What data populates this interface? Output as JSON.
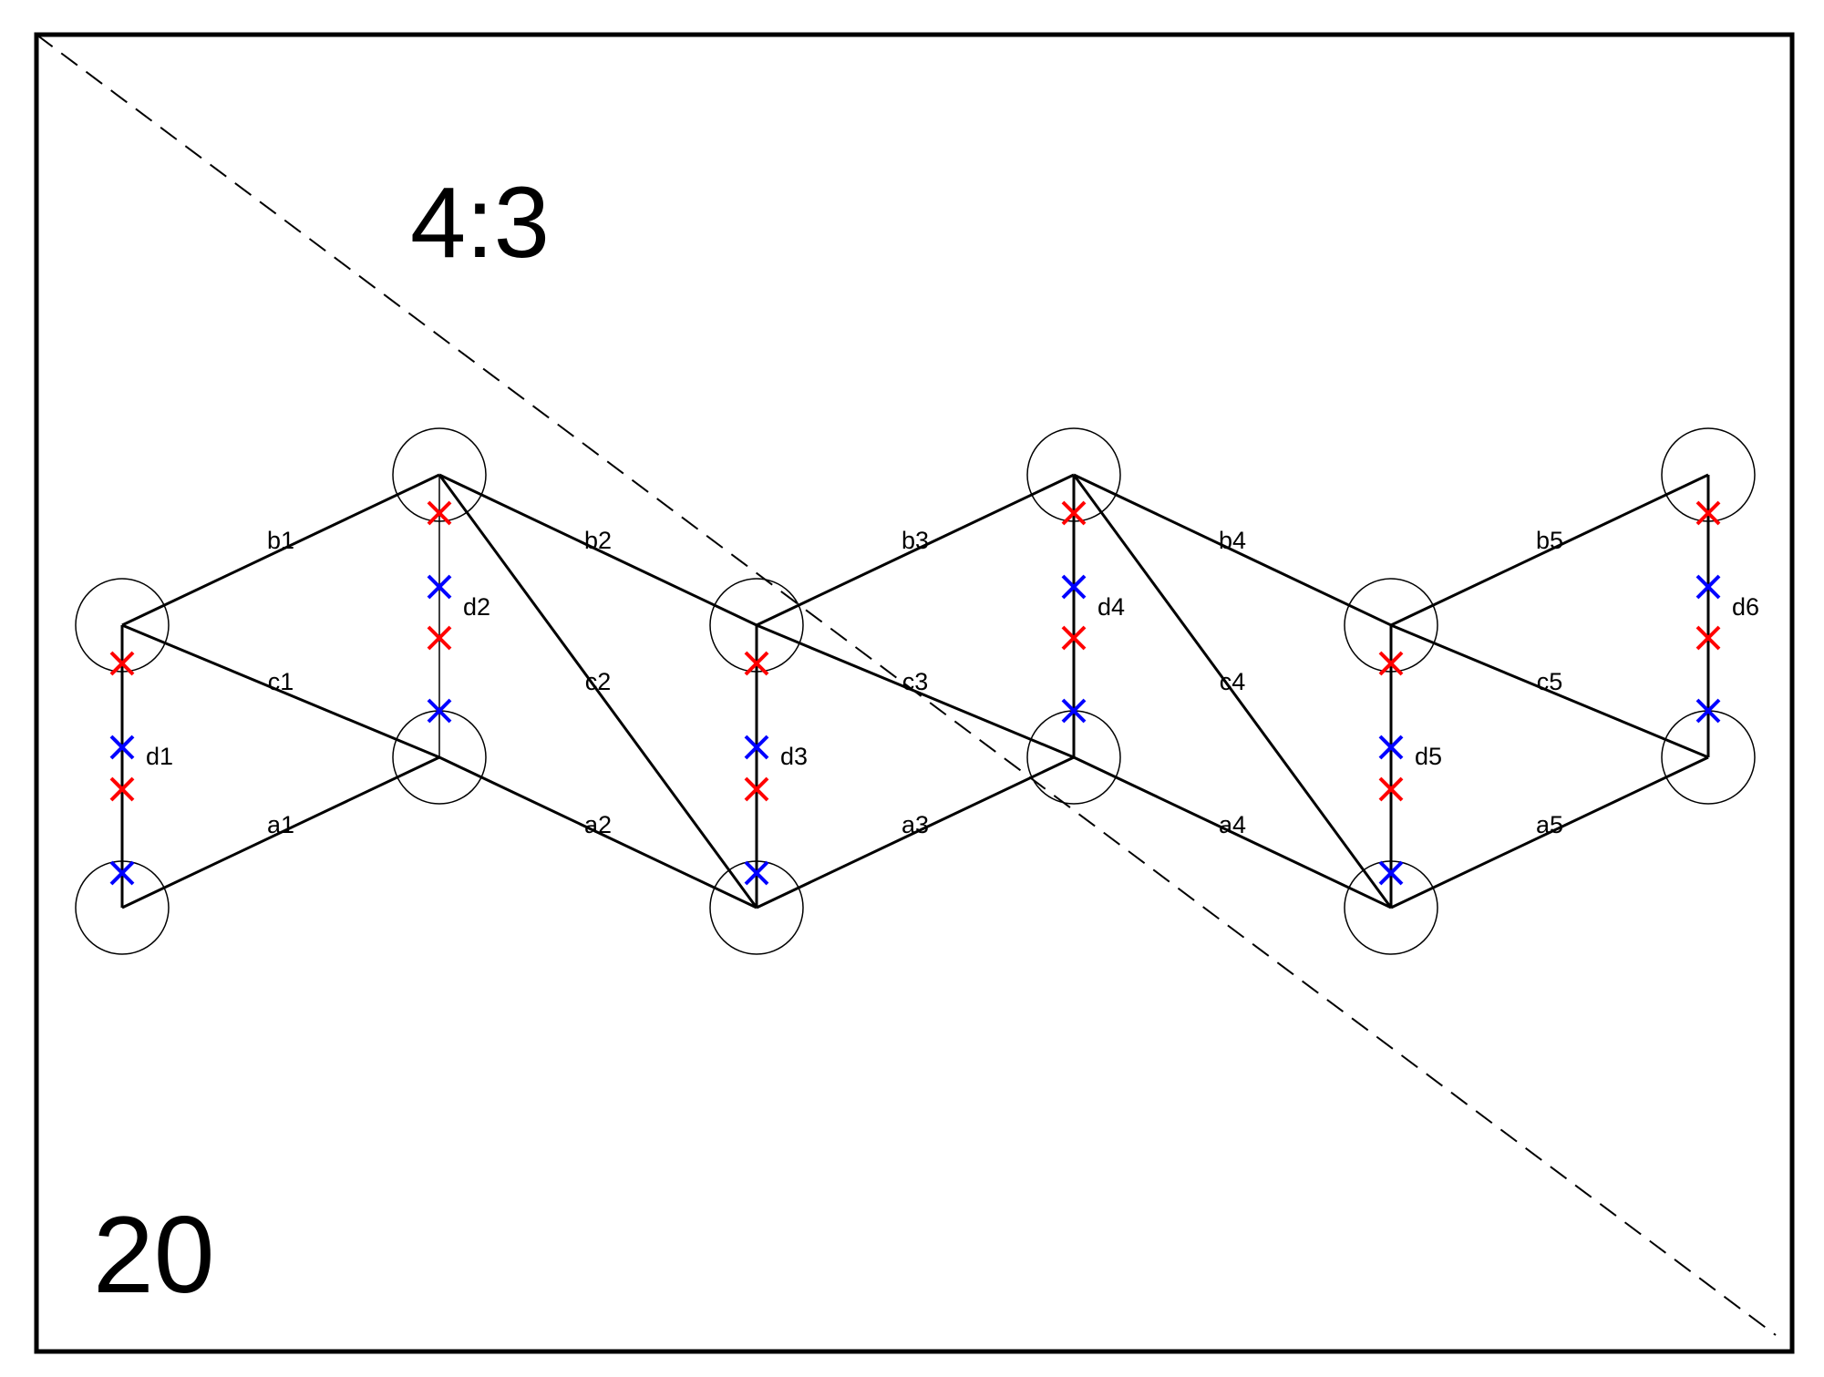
{
  "diagram": {
    "ratio_label": "4:3",
    "number_label": "20",
    "colors": {
      "line": "#000000",
      "red_mark": "#ff0000",
      "blue_mark": "#0000ff"
    },
    "edge_labels": {
      "a": [
        "a1",
        "a2",
        "a3",
        "a4",
        "a5"
      ],
      "b": [
        "b1",
        "b2",
        "b3",
        "b4",
        "b5"
      ],
      "c": [
        "c1",
        "c2",
        "c3",
        "c4",
        "c5"
      ],
      "d": [
        "d1",
        "d2",
        "d3",
        "d4",
        "d5",
        "d6"
      ]
    }
  }
}
